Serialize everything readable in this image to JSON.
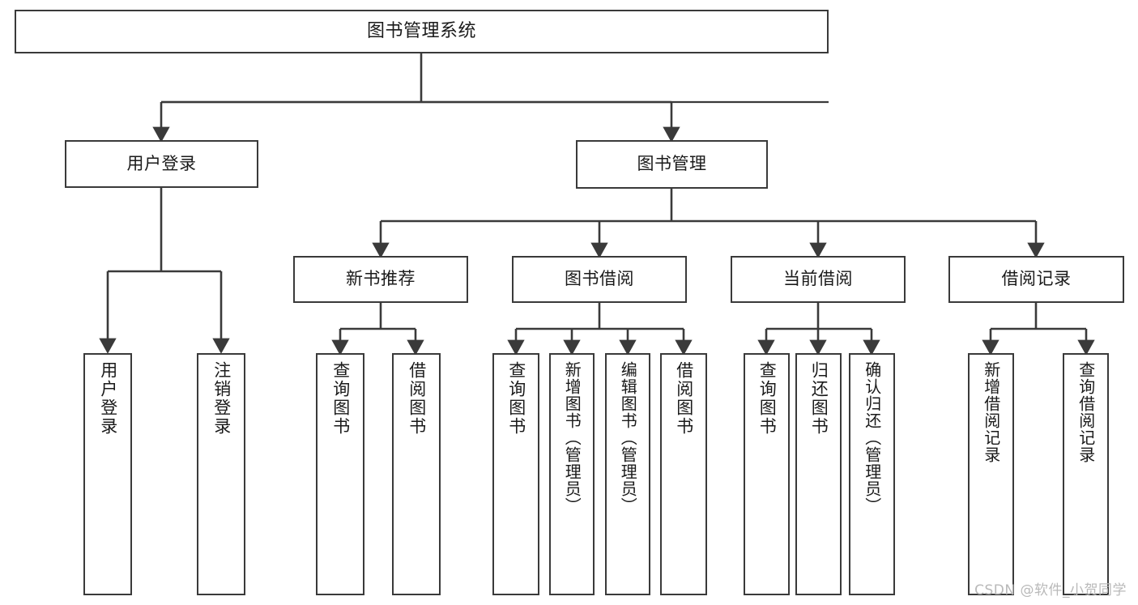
{
  "diagram": {
    "type": "tree",
    "title": "图书管理系统",
    "watermark": "CSDN @软件_小贺同学",
    "colors": {
      "stroke": "#3a3a3a",
      "fill": "#ffffff",
      "text": "#1a1a1a",
      "watermark": "#b9b9b9"
    },
    "nodes": {
      "root": {
        "label": "图书管理系统"
      },
      "level1": [
        {
          "id": "user-login",
          "label": "用户登录"
        },
        {
          "id": "book-manage",
          "label": "图书管理"
        }
      ],
      "level2": [
        {
          "id": "new-book-recommend",
          "label": "新书推荐"
        },
        {
          "id": "book-borrow",
          "label": "图书借阅"
        },
        {
          "id": "current-borrow",
          "label": "当前借阅"
        },
        {
          "id": "borrow-record",
          "label": "借阅记录"
        }
      ],
      "leaves": {
        "user_login": [
          {
            "id": "leaf-user-login",
            "label": "用户登录"
          },
          {
            "id": "leaf-logout-login",
            "label": "注销登录"
          }
        ],
        "new_book_recommend": [
          {
            "id": "leaf-query-book-1",
            "label": "查询图书"
          },
          {
            "id": "leaf-borrow-book-1",
            "label": "借阅图书"
          }
        ],
        "book_borrow": [
          {
            "id": "leaf-query-book-2",
            "label": "查询图书"
          },
          {
            "id": "leaf-add-book",
            "label": "新增图书（管理员）"
          },
          {
            "id": "leaf-edit-book",
            "label": "编辑图书（管理员）"
          },
          {
            "id": "leaf-borrow-book-2",
            "label": "借阅图书"
          }
        ],
        "current_borrow": [
          {
            "id": "leaf-query-book-3",
            "label": "查询图书"
          },
          {
            "id": "leaf-return-book",
            "label": "归还图书"
          },
          {
            "id": "leaf-confirm-return",
            "label": "确认归还（管理员）"
          }
        ],
        "borrow_record": [
          {
            "id": "leaf-add-record",
            "label": "新增借阅记录"
          },
          {
            "id": "leaf-query-record",
            "label": "查询借阅记录"
          }
        ]
      }
    }
  }
}
